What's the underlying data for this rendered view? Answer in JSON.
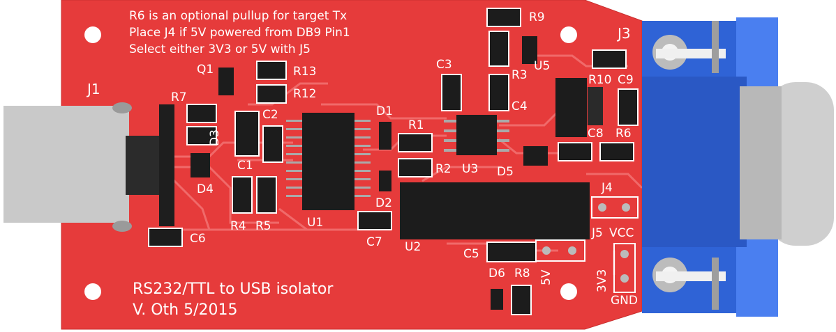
{
  "notes": [
    "R6 is an optional pullup for target Tx",
    "Place J4 if 5V powered from DB9 Pin1",
    "Select either 3V3 or 5V with J5"
  ],
  "title_lines": [
    "RS232/TTL to USB isolator",
    "V. Oth 5/2015"
  ],
  "refs": {
    "J1": "J1",
    "J3": "J3",
    "J4": "J4",
    "J5": "J5",
    "Q1": "Q1",
    "R1": "R1",
    "R2": "R2",
    "R3": "R3",
    "R4": "R4",
    "R5": "R5",
    "R6": "R6",
    "R7": "R7",
    "R8": "R8",
    "R9": "R9",
    "R10": "R10",
    "R12": "R12",
    "R13": "R13",
    "C1": "C1",
    "C2": "C2",
    "C3": "C3",
    "C4": "C4",
    "C5": "C5",
    "C6": "C6",
    "C7": "C7",
    "C8": "C8",
    "C9": "C9",
    "D1": "D1",
    "D2": "D2",
    "D3": "D3",
    "D4": "D4",
    "D5": "D5",
    "D6": "D6",
    "U1": "U1",
    "U2": "U2",
    "U3": "U3",
    "U5": "U5",
    "VCC": "VCC",
    "GND": "GND",
    "V3V3": "3V3",
    "V5V": "5V"
  },
  "colors": {
    "board": "#e63b3b",
    "trace": "#f06a6a",
    "silkscreen": "#ffffff",
    "connector": "#2f63d6"
  }
}
